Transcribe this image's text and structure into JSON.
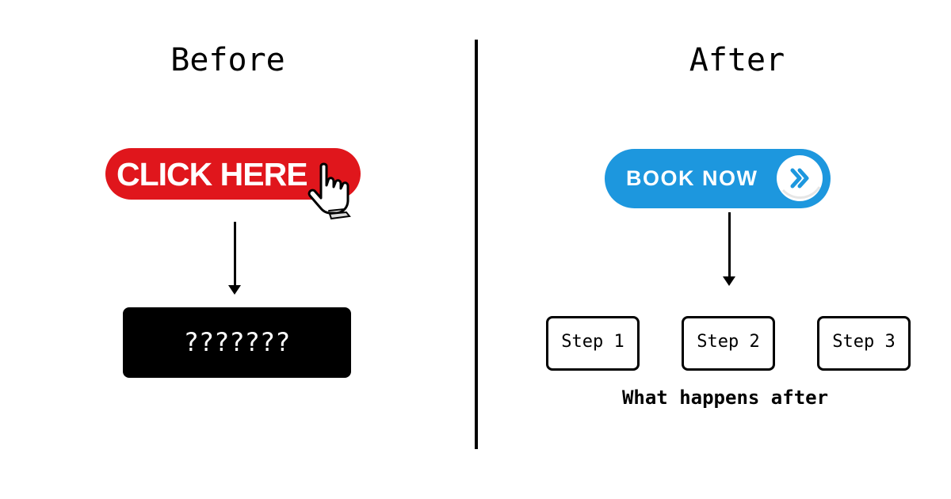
{
  "before": {
    "title": "Before",
    "button_label": "CLICK HERE",
    "button_color": "#e0161c",
    "button_icon": "pointer-hand-icon",
    "result_label": "???????"
  },
  "after": {
    "title": "After",
    "button_label": "BOOK NOW",
    "button_color": "#1d97de",
    "button_icon": "double-chevron-right-icon",
    "steps": [
      "Step 1",
      "Step 2",
      "Step 3"
    ],
    "caption": "What happens after"
  }
}
